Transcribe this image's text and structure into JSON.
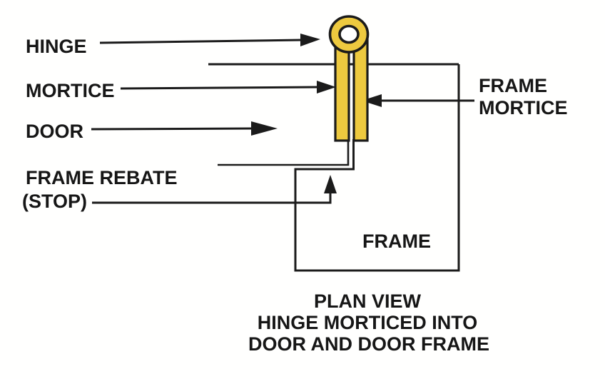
{
  "colors": {
    "background": "#FFFFFF",
    "line": "#1B1B1B",
    "text": "#161616",
    "hinge_fill": "#EDC93F",
    "hole_fill": "#FFFFFF"
  },
  "labels": {
    "hinge": "HINGE",
    "mortice": "MORTICE",
    "door": "DOOR",
    "frame_rebate_line1": "FRAME REBATE",
    "frame_rebate_line2": "(STOP)",
    "frame_mortice_line1": "FRAME",
    "frame_mortice_line2": "MORTICE",
    "frame": "FRAME"
  },
  "caption": {
    "line1": "PLAN VIEW",
    "line2": "HINGE MORTICED INTO",
    "line3": "DOOR AND DOOR FRAME"
  }
}
